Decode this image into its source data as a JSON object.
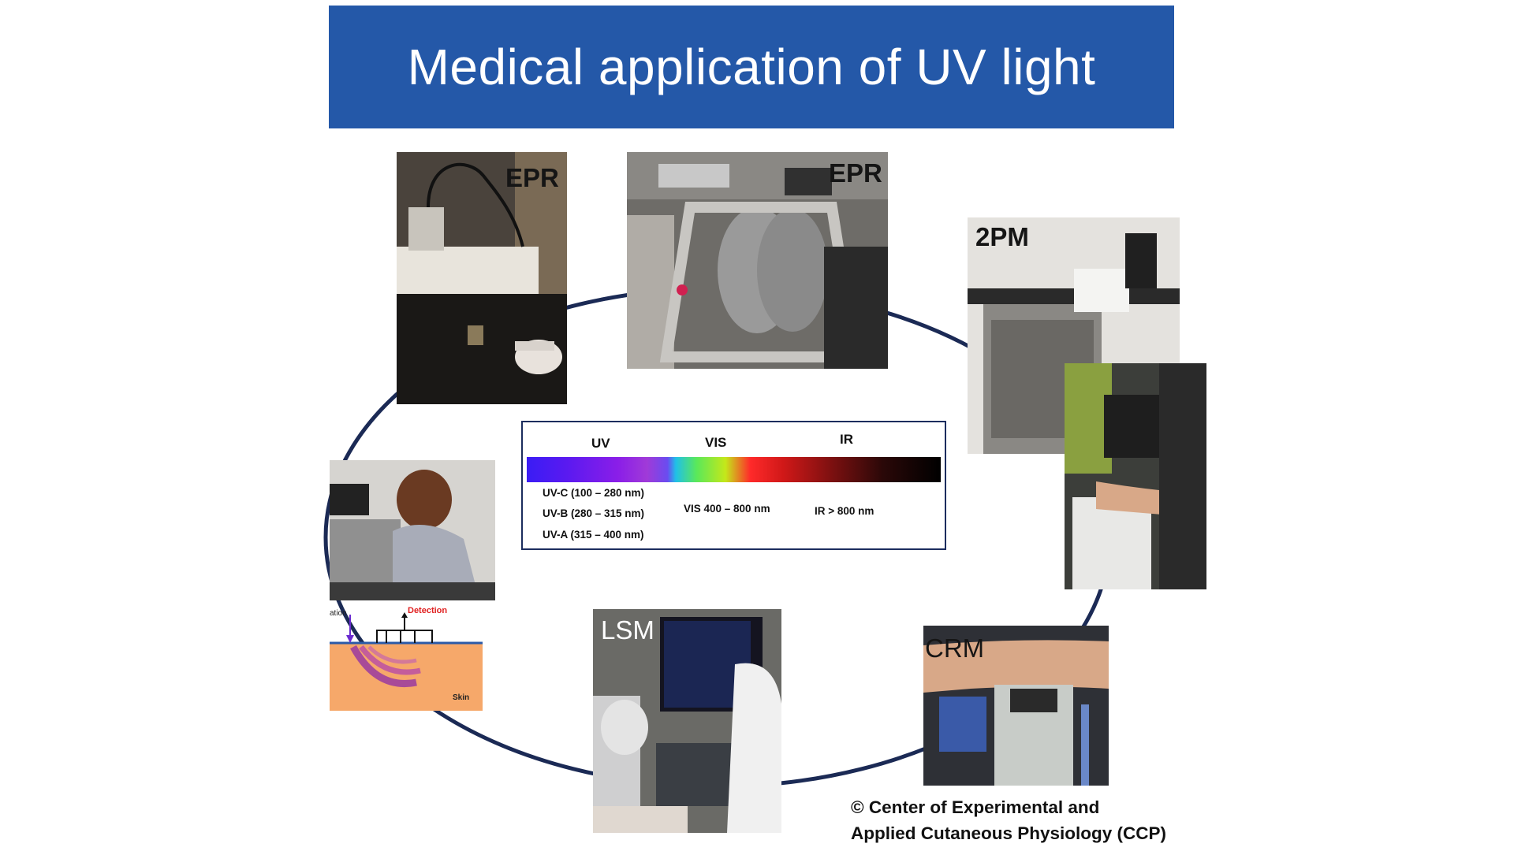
{
  "slide": {
    "title": "Medical application of UV light",
    "photos": {
      "epr_left": "EPR",
      "epr_top": "EPR",
      "tpm": "2PM",
      "lsm": "LSM",
      "crm": "CRM"
    },
    "schematic": {
      "excitation": "ation",
      "detection": "Detection",
      "skin": "Skin"
    },
    "spectrum": {
      "uv": "UV",
      "vis": "VIS",
      "ir": "IR",
      "uvc": "UV-C (100 – 280 nm)",
      "uvb": "UV-B (280 – 315 nm)",
      "uva": "UV-A (315 – 400 nm)",
      "vis_range": "VIS 400 – 800 nm",
      "ir_range": "IR > 800 nm"
    },
    "credit": {
      "line1": "© Center of Experimental and",
      "line2": "Applied Cutaneous Physiology (CCP)"
    }
  }
}
